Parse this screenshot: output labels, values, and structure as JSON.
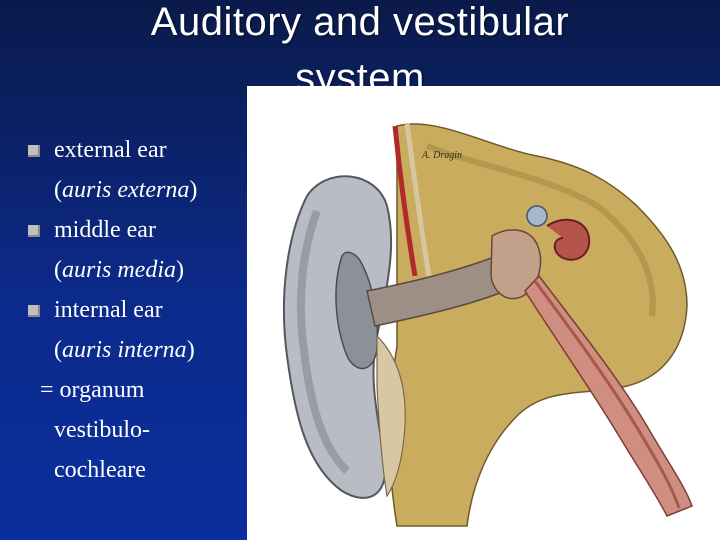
{
  "slide": {
    "title_line1": "Auditory and vestibular",
    "title_line2": "system"
  },
  "bullets": [
    {
      "term": "external ear",
      "latin_open": "(",
      "latin": "auris externa",
      "latin_close": ")"
    },
    {
      "term": "middle ear",
      "latin_open": "(",
      "latin": "auris media",
      "latin_close": ")"
    },
    {
      "term": "internal ear",
      "latin_open": "(",
      "latin": "auris interna",
      "latin_close": ")"
    }
  ],
  "continuation": {
    "line1": "= organum",
    "line2": "vestibulo-",
    "line3": "cochleare"
  },
  "image": {
    "signature": "A. Dragin"
  },
  "colors": {
    "background": "#0c2a8a",
    "bullet_marker": "#c0c0c0",
    "text": "#ffffff"
  }
}
